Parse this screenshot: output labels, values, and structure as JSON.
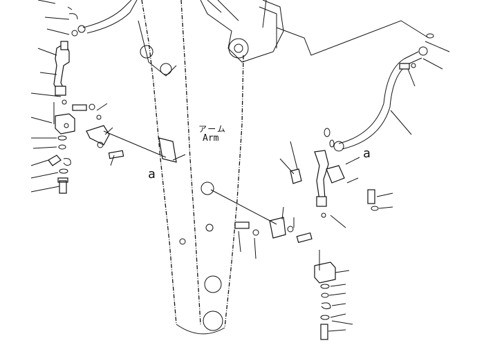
{
  "diagram": {
    "part_label_jp": "アーム",
    "part_label_en": "Arm",
    "reference_marks": [
      "a",
      "a"
    ]
  }
}
